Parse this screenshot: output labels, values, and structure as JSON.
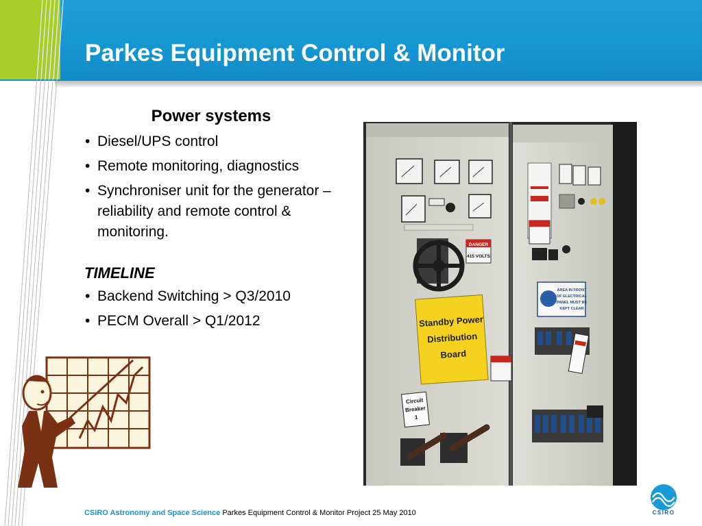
{
  "slide": {
    "title": "Parkes Equipment Control & Monitor"
  },
  "content": {
    "heading": "Power systems",
    "bullets": [
      "Diesel/UPS control",
      "Remote monitoring, diagnostics",
      "Synchroniser unit for the generator – reliability and remote control & monitoring."
    ],
    "timeline_heading": "TIMELINE",
    "timeline_bullets": [
      "Backend Switching > Q3/2010",
      "PECM Overall > Q1/2012"
    ],
    "bullet_glyph": "•"
  },
  "photo": {
    "sign_main_line1": "Standby Power",
    "sign_main_line2": "Distribution",
    "sign_main_line3": "Board",
    "danger_label": "DANGER",
    "volts_label": "415 VOLTS",
    "breaker_line1": "Circuit",
    "breaker_line2": "Breaker",
    "breaker_line3": "1",
    "notice_line1": "AREA IN FRONT",
    "notice_line2": "OF ELECTRICAL",
    "notice_line3": "PANEL MUST BE",
    "notice_line4": "KEPT CLEAR"
  },
  "footer": {
    "org": "CSIRO Astronomy and Space Science",
    "text": "Parkes Equipment Control & Monitor Project 25 May 2010"
  },
  "logo": {
    "text": "CSIRO"
  },
  "colors": {
    "header_blue": "#1596d1",
    "lime": "#a7cf2c",
    "sign_yellow": "#f4d21f"
  }
}
